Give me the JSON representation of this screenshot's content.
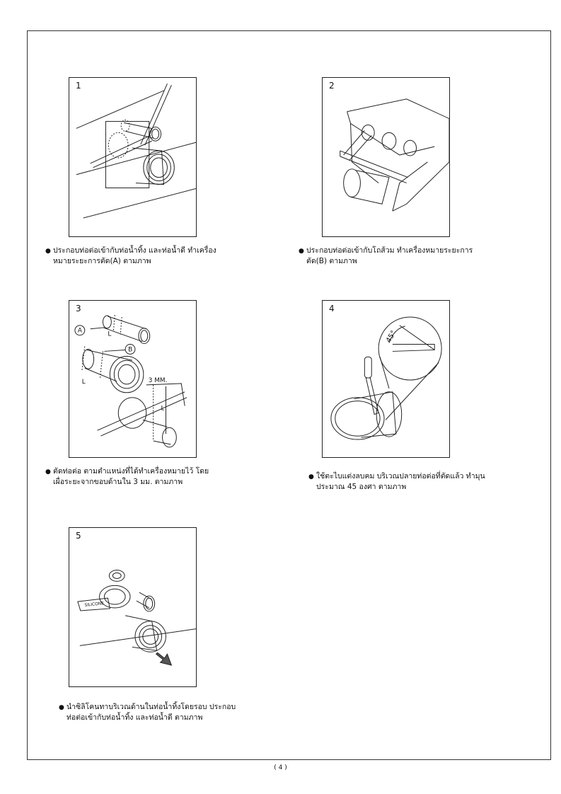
{
  "steps": [
    {
      "number": "1",
      "caption_line1": "ประกอบท่อต่อเข้ากับท่อน้ำทิ้ง และท่อน้ำดี ทำเครื่อง",
      "caption_line2": "หมายระยะการตัด(A) ตามภาพ"
    },
    {
      "number": "2",
      "caption_line1": "ประกอบท่อต่อเข้ากับโถส้วม ทำเครื่องหมายระยะการ",
      "caption_line2": "ตัด(B) ตามภาพ"
    },
    {
      "number": "3",
      "caption_line1": "ตัดท่อต่อ ตามตำแหน่งที่ได้ทำเครื่องหมายไว้ โดย",
      "caption_line2": "เผื่อระยะจากขอบด้านใน 3 มม. ตามภาพ",
      "labels": {
        "a": "A",
        "b": "B",
        "l": "L",
        "mm": "3 MM."
      }
    },
    {
      "number": "4",
      "caption_line1": "ใช้ตะไบแต่งลบคม บริเวณปลายท่อต่อที่ตัดแล้ว ทำมุน",
      "caption_line2": "ประมาณ 45 องศา ตามภาพ",
      "labels": {
        "angle": "45°"
      }
    },
    {
      "number": "5",
      "caption_line1": "นำซิลิโคนทาบริเวณด้านในท่อน้ำทิ้งโดยรอบ ประกอบ",
      "caption_line2": "ท่อต่อเข้ากับท่อน้ำทิ้ง และท่อน้ำดี ตามภาพ",
      "labels": {
        "silicone": "SILICONE"
      }
    }
  ],
  "page_number": "( 4 )",
  "bullet": "●"
}
